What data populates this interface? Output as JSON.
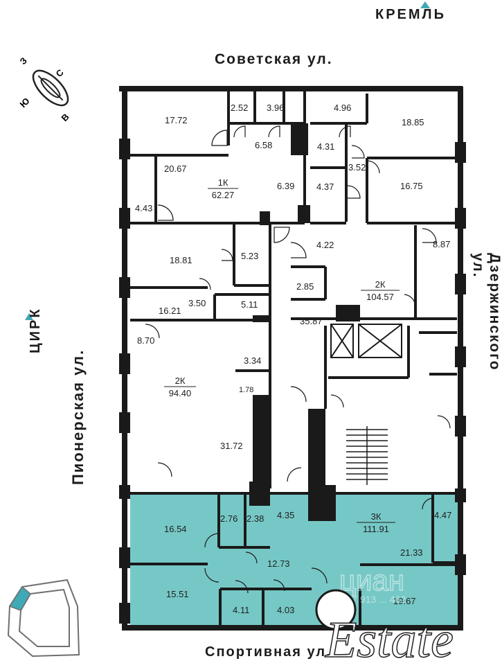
{
  "landmarks": {
    "north": "КРЕМЛЬ",
    "west": "ЦИРК"
  },
  "streets": {
    "top": "Советская ул.",
    "left": "Пионерская ул.",
    "right": "Дзержинского ул.",
    "bottom": "Спортивная ул."
  },
  "compass": {
    "n": "С",
    "e": "В",
    "s": "Ю",
    "w": "З"
  },
  "colors": {
    "accent": "#3fa9b5",
    "highlight": "#76c8c6",
    "wall": "#1a1a1a"
  },
  "rooms": [
    "17.72",
    "2.52",
    "3.96",
    "4.96",
    "18.85",
    "6.58",
    "4.31",
    "3.52",
    "20.67",
    "6.39",
    "4.37",
    "16.75",
    "4.43",
    "18.81",
    "5.23",
    "4.22",
    "8.87",
    "2.85",
    "3.50",
    "16.21",
    "5.11",
    "35.87",
    "8.70",
    "3.34",
    "1.78",
    "31.72",
    "16.54",
    "2.76",
    "2.38",
    "4.35",
    "4.47",
    "21.33",
    "12.73",
    "15.51",
    "4.11",
    "4.03",
    "19.67"
  ],
  "apartments": [
    {
      "type": "1К",
      "area": "62.27"
    },
    {
      "type": "2К",
      "area": "104.57"
    },
    {
      "type": "2К",
      "area": "94.40"
    },
    {
      "type": "3К",
      "area": "111.91"
    }
  ],
  "watermarks": {
    "cian": "циан",
    "phone": "+7 913 ... 462",
    "brand": "Estate"
  }
}
